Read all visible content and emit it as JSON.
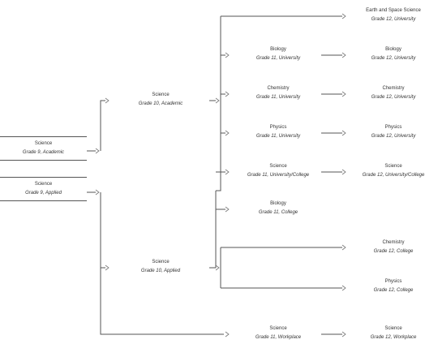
{
  "roots": [
    {
      "id": "r1",
      "name": "Science",
      "grade": "Grade 9, Academic"
    },
    {
      "id": "r2",
      "name": "Science",
      "grade": "Grade 9, Applied"
    }
  ],
  "grade10": [
    {
      "id": "g10a",
      "name": "Science",
      "grade": "Grade 10, Academic"
    },
    {
      "id": "g10b",
      "name": "Science",
      "grade": "Grade 10, Applied"
    }
  ],
  "grade11": [
    {
      "id": "g11bio",
      "name": "Biology",
      "grade": "Grade 11, University"
    },
    {
      "id": "g11chem",
      "name": "Chemistry",
      "grade": "Grade 11, University"
    },
    {
      "id": "g11phys",
      "name": "Physics",
      "grade": "Grade 11, University"
    },
    {
      "id": "g11sci",
      "name": "Science",
      "grade": "Grade 11, University/College"
    },
    {
      "id": "g11biocol",
      "name": "Biology",
      "grade": "Grade 11, College"
    },
    {
      "id": "g11work",
      "name": "Science",
      "grade": "Grade 11, Workplace"
    }
  ],
  "grade12": [
    {
      "id": "g12earth",
      "name": "Earth and Space Science",
      "grade": "Grade 12, University"
    },
    {
      "id": "g12bio",
      "name": "Biology",
      "grade": "Grade 12, University"
    },
    {
      "id": "g12chem",
      "name": "Chemistry",
      "grade": "Grade 12, University"
    },
    {
      "id": "g12phys",
      "name": "Physics",
      "grade": "Grade 12, University"
    },
    {
      "id": "g12sci",
      "name": "Science",
      "grade": "Grade 12, University/College"
    },
    {
      "id": "g12chemcol",
      "name": "Chemistry",
      "grade": "Grade 12, College"
    },
    {
      "id": "g12physcol",
      "name": "Physics",
      "grade": "Grade 12, College"
    },
    {
      "id": "g12work",
      "name": "Science",
      "grade": "Grade 12, Workplace"
    }
  ]
}
